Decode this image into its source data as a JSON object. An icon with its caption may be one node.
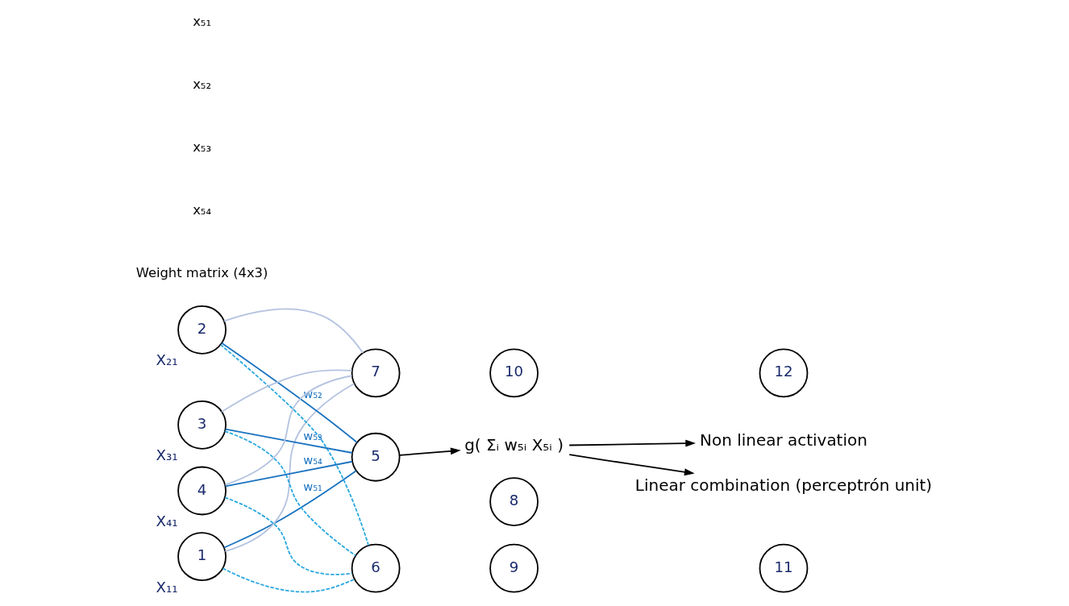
{
  "diagram": {
    "nodes": [
      {
        "text": [
          "1"
        ],
        "beside": [
          "X₁₁"
        ]
      },
      {
        "text": [
          "2"
        ],
        "beside": [
          "X₂₁"
        ]
      },
      {
        "text": [
          "3"
        ],
        "beside": [
          "X₃₁"
        ]
      },
      {
        "text": [
          "4"
        ],
        "beside": [
          "X₄₁"
        ]
      },
      {
        "text": [
          "5"
        ]
      },
      {
        "text": [
          "6"
        ]
      },
      {
        "text": [
          "7"
        ]
      },
      {
        "text": [
          "8"
        ]
      },
      {
        "text": [
          "9"
        ]
      },
      {
        "text": [
          "10"
        ]
      },
      {
        "text": [
          "11"
        ]
      },
      {
        "text": [
          "12"
        ]
      },
      {
        "text": [
          "g( Σᵢ w₅ᵢ X₅ᵢ )"
        ]
      },
      {
        "text": [
          "Linear combination (perceptrón unit)"
        ]
      },
      {
        "text": [
          "Non linear activation"
        ]
      }
    ],
    "edges": [
      {
        "from": 0,
        "to": 4,
        "arrow": "none",
        "label": "w₅₁"
      },
      {
        "from": 0,
        "to": 5,
        "arrow": "none",
        "style": "dashed",
        "color": "#29a8e0"
      },
      {
        "from": 0,
        "to": 6,
        "arrow": "none",
        "color": "#b4c3e0"
      },
      {
        "from": 1,
        "to": 4,
        "arrow": "none",
        "label": "w₅₂"
      },
      {
        "from": 1,
        "to": 5,
        "arrow": "none",
        "style": "dashed",
        "color": "#29a8e0"
      },
      {
        "from": 1,
        "to": 6,
        "arrow": "none",
        "color": "#b4c3e0"
      },
      {
        "from": 2,
        "to": 4,
        "arrow": "none",
        "label": "w₅₃"
      },
      {
        "from": 2,
        "to": 5,
        "arrow": "none",
        "style": "dashed",
        "color": "#29a8e0"
      },
      {
        "from": 2,
        "to": 6,
        "arrow": "none",
        "color": "#b4c3e0"
      },
      {
        "from": 3,
        "to": 4,
        "arrow": "none",
        "label": "w₅₄"
      },
      {
        "from": 3,
        "to": 5,
        "arrow": "none",
        "style": "dashed",
        "color": "#29a8e0"
      },
      {
        "from": 3,
        "to": 6,
        "arrow": "none",
        "color": "#b4c3e0"
      },
      {
        "from": 4,
        "to": 12,
        "arrow": "to",
        "color": "#000000"
      },
      {
        "from": 12,
        "to": 13,
        "arrow": "to",
        "color": "#000000"
      },
      {
        "from": 12,
        "to": 14,
        "arrow": "to",
        "color": "#000000"
      }
    ],
    "labels": [
      "x₅₁",
      "x₅₂",
      "x₅₃",
      "x₅₄",
      "Weight matrix (4x3)"
    ]
  }
}
